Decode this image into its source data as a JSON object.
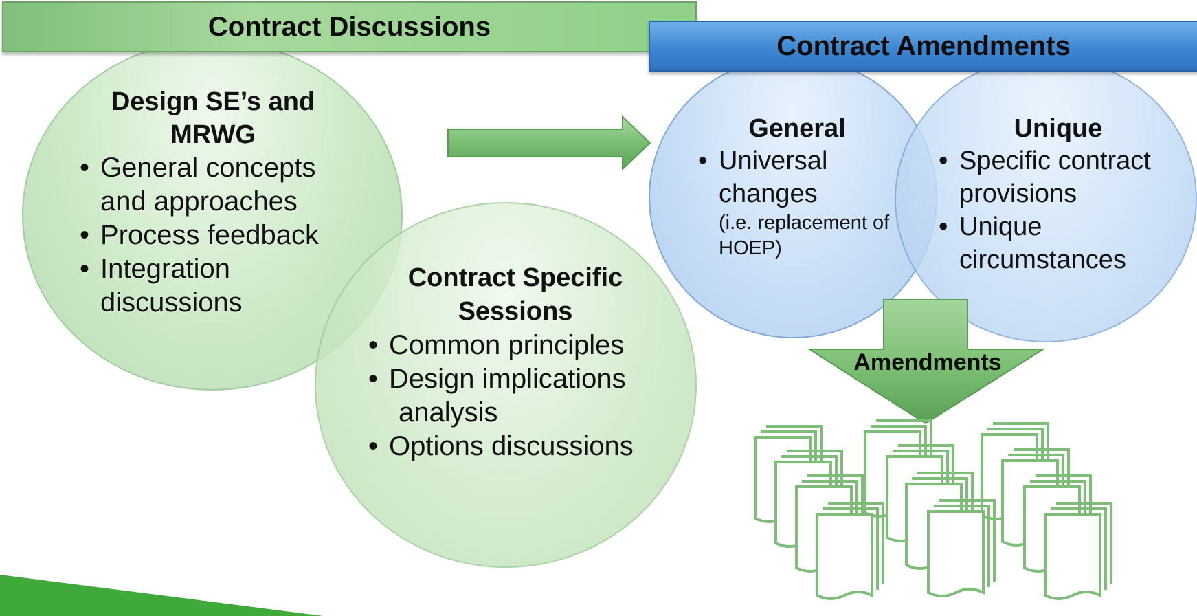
{
  "banners": {
    "discussions": "Contract Discussions",
    "amendments": "Contract Amendments"
  },
  "design_circle": {
    "heading": "Design SE’s and MRWG",
    "items": [
      "General concepts and approaches",
      "Process feedback",
      "Integration discussions"
    ]
  },
  "session_circle": {
    "heading": "Contract Specific Sessions",
    "items": [
      "Common principles",
      "Design implications",
      "analysis",
      "Options discussions"
    ]
  },
  "general_circle": {
    "heading": "General",
    "item": "Universal changes",
    "note": "(i.e. replacement of HOEP)"
  },
  "unique_circle": {
    "heading": "Unique",
    "items": [
      "Specific contract provisions",
      "Unique circumstances"
    ]
  },
  "amendments_arrow": {
    "label": "Amendments"
  },
  "colors": {
    "green_banner": "#8fd088",
    "blue_banner": "#3d87d2",
    "green_circle": "#c9e8c3",
    "blue_circle": "#c4dcf6",
    "arrow_green": "#6fb46a",
    "document_outline": "#7dbd78",
    "stripe": "#3faa3a"
  },
  "icons": [
    "right-arrow-icon",
    "down-arrow-icon",
    "document-stack-icon"
  ]
}
